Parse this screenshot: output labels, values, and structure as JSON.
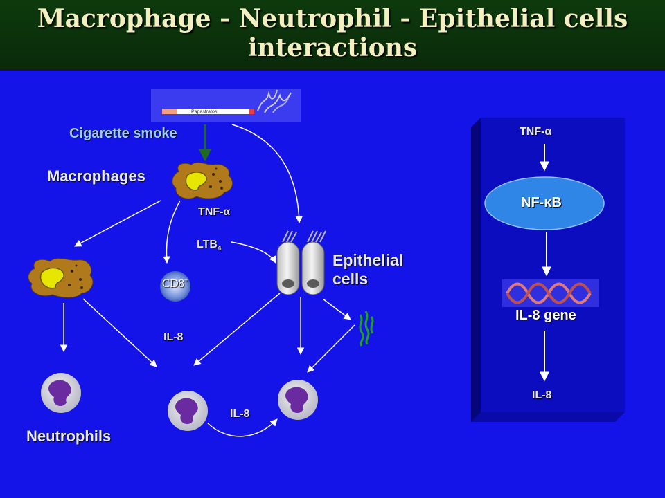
{
  "slide": {
    "title_line1": "Macrophage - Neutrophil - Epithelial cells",
    "title_line2": "interactions"
  },
  "labels": {
    "cigarette_smoke": "Cigarette smoke",
    "cigarette_brand": "Papastratos",
    "macrophages": "Macrophages",
    "tnf_alpha": "TNF-α",
    "ltb4_main": "LTB",
    "ltb4_sub": "4",
    "cd8_main": "CD8",
    "cd8_sup": "+",
    "epithelial_line1": "Epithelial",
    "epithelial_line2": "cells",
    "il8_left": "IL-8",
    "il8_bottom": "IL-8",
    "neutrophils": "Neutrophils"
  },
  "panel": {
    "tnf_alpha": "TNF-α",
    "nf_kb": "NF-κB",
    "il8_gene": "IL-8 gene",
    "il8": "IL-8"
  },
  "colors": {
    "background": "#1414e8",
    "title_bar": "#0d3a0d",
    "title_text": "#f3efc0",
    "label_text": "#e8e8ff",
    "macrophage_fill": "#b07a1c",
    "nucleus_fill": "#e6e600",
    "nfkb_fill": "#2f86e6"
  }
}
